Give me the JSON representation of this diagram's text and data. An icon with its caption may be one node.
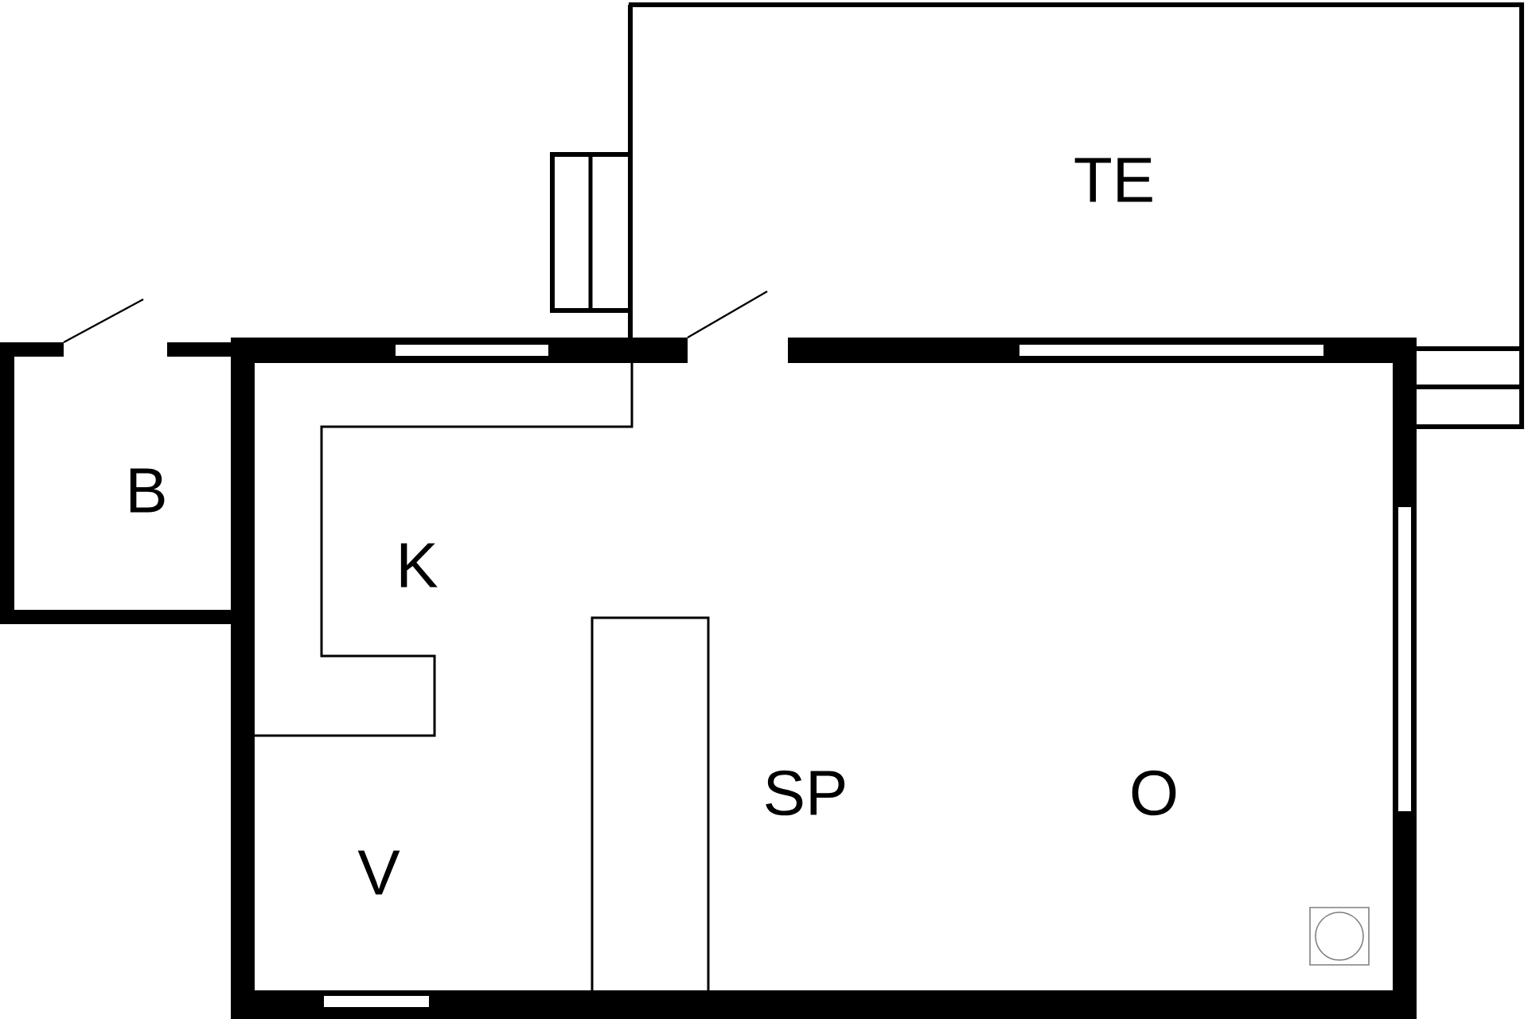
{
  "diagram": {
    "labels": [
      "TE",
      "B",
      "K",
      "SP",
      "O",
      "V"
    ]
  }
}
